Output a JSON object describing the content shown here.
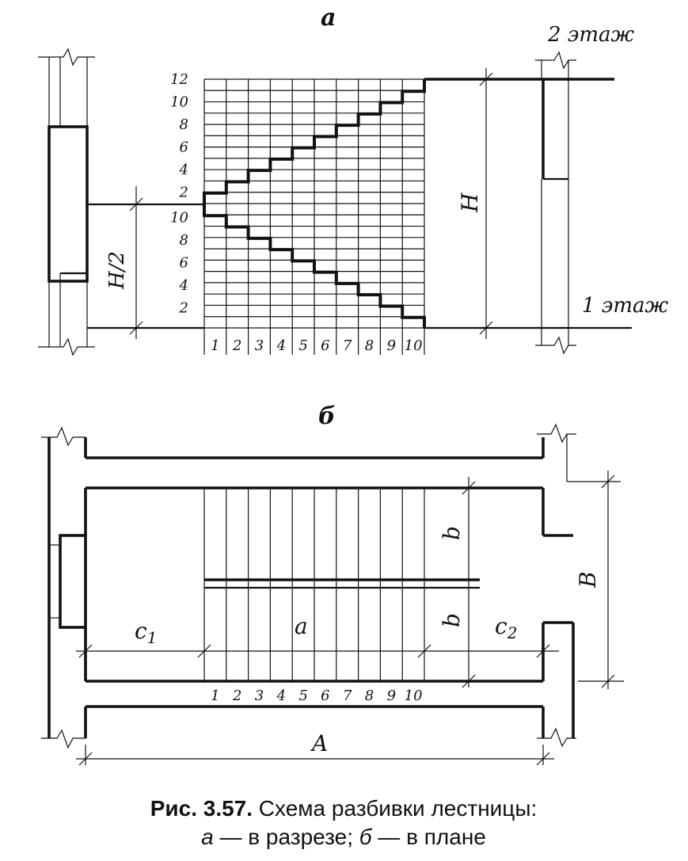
{
  "section_a": {
    "label": "а",
    "floor_top": "2 этаж",
    "floor_bottom": "1 этаж",
    "height_label": "H",
    "half_height_label": "H/2",
    "upper_ticks": [
      "12",
      "10",
      "8",
      "6",
      "4",
      "2"
    ],
    "lower_ticks": [
      "10",
      "8",
      "6",
      "4",
      "2"
    ],
    "column_ticks": [
      "1",
      "2",
      "3",
      "4",
      "5",
      "6",
      "7",
      "8",
      "9",
      "10"
    ]
  },
  "section_b": {
    "label": "б",
    "b_upper": "b",
    "b_lower": "b",
    "c1_label": "c1",
    "c1_main": "c",
    "c1_sub": "1",
    "a_label": "a",
    "c2_main": "c",
    "c2_sub": "2",
    "B_label": "B",
    "A_label": "A",
    "column_ticks": [
      "1",
      "2",
      "3",
      "4",
      "5",
      "6",
      "7",
      "8",
      "9",
      "10"
    ]
  },
  "caption": {
    "line1_bold": "Рис. 3.57.",
    "line1_rest": " Схема разбивки лестницы:",
    "line2_a": "а",
    "line2_mid": " — в разрезе; ",
    "line2_b": "б",
    "line2_end": " — в плане"
  }
}
